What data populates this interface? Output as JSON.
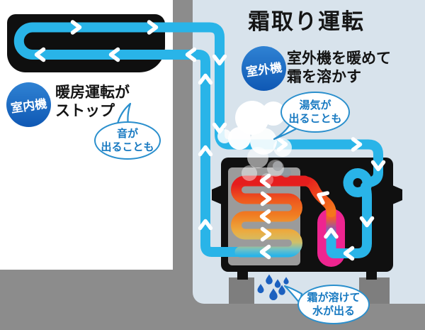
{
  "title": "霜取り運転",
  "indoor": {
    "badge": "室内機",
    "caption_line1": "暖房運転が",
    "caption_line2": "ストップ",
    "bubble_line1": "音が",
    "bubble_line2": "出ることも"
  },
  "outdoor": {
    "badge": "室外機",
    "caption_line1": "室外機を暖めて",
    "caption_line2": "霜を溶かす",
    "steam_bubble_line1": "湯気が",
    "steam_bubble_line2": "出ることも",
    "drain_bubble_line1": "霜が溶けて",
    "drain_bubble_line2": "水が出る"
  },
  "colors": {
    "outdoor_background": "#d8e3ec",
    "wall_and_ground": "#8c8c8c",
    "pipe_cold": "#29b4e8",
    "pipe_hot": "#e51d1d",
    "compressor_pink": "#ee2590",
    "badge_blue": "#1a63c0",
    "bubble_border": "#2a8fcd",
    "bubble_text": "#1779c1",
    "water_drop": "#1b60bf"
  }
}
